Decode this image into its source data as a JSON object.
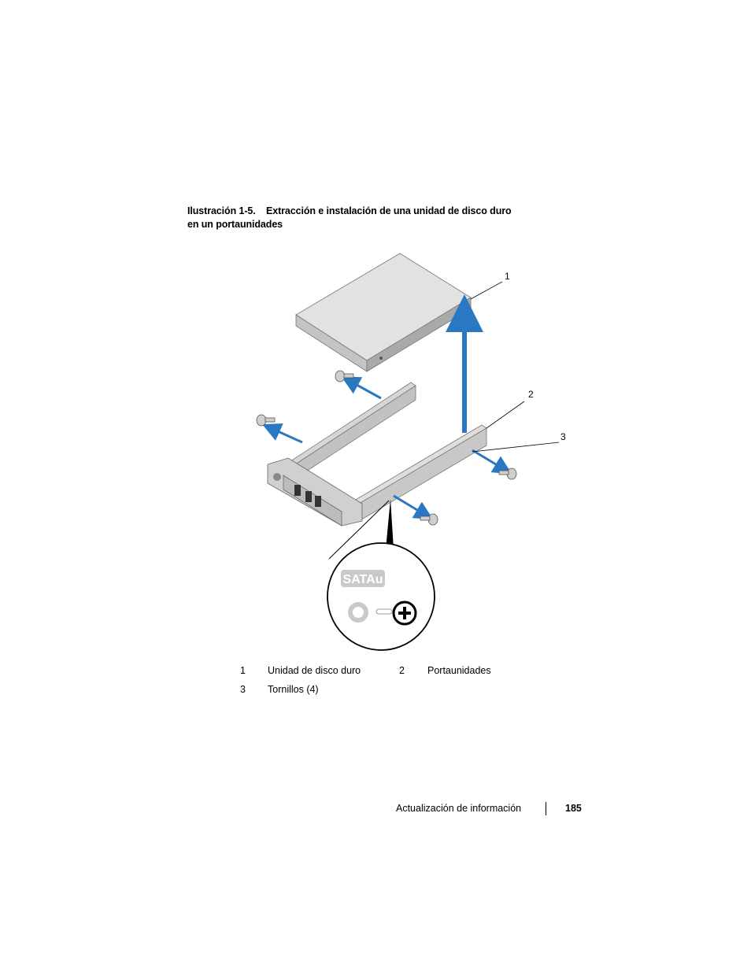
{
  "caption": {
    "label": "Ilustración 1-5.",
    "title_line1": "Extracción e instalación de una unidad de disco duro",
    "title_line2": "en un portaunidades"
  },
  "figure": {
    "callouts": [
      "1",
      "2",
      "3"
    ],
    "label_text": "SATAu"
  },
  "legend": [
    {
      "num": "1",
      "text": "Unidad de disco duro"
    },
    {
      "num": "2",
      "text": "Portaunidades"
    },
    {
      "num": "3",
      "text": "Tornillos (4)"
    }
  ],
  "footer": {
    "section": "Actualización de información",
    "page": "185"
  },
  "colors": {
    "arrow": "#2b78c2",
    "drive_top": "#dcdcdc",
    "drive_side": "#b8b8b8",
    "carrier": "#cfcfcf"
  }
}
